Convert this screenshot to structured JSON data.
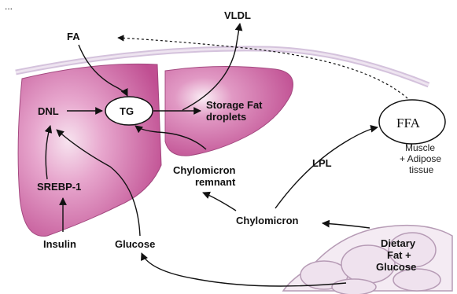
{
  "caption_top": "...",
  "labels": {
    "vldl": "VLDL",
    "fa": "FA",
    "dnl": "DNL",
    "tg": "TG",
    "storage_line1": "Storage Fat",
    "storage_line2": "droplets",
    "ffa": "FFA",
    "muscle_line1": "Muscle",
    "muscle_line2": "+ Adipose",
    "muscle_line3": "tissue",
    "lpl": "LPL",
    "srebp": "SREBP-1",
    "chylo_rem_line1": "Chylomicron",
    "chylo_rem_line2": "remnant",
    "chylomicron": "Chylomicron",
    "insulin": "Insulin",
    "glucose": "Glucose",
    "dietary_line1": "Dietary",
    "dietary_line2": "Fat +",
    "dietary_line3": "Glucose"
  },
  "colors": {
    "liver": "#c85a9a",
    "liver_light": "#e7a6cd",
    "liver_highlight": "#f7e3ef",
    "membrane": "#d9c9e2",
    "intestine": "#e9d5e6"
  }
}
